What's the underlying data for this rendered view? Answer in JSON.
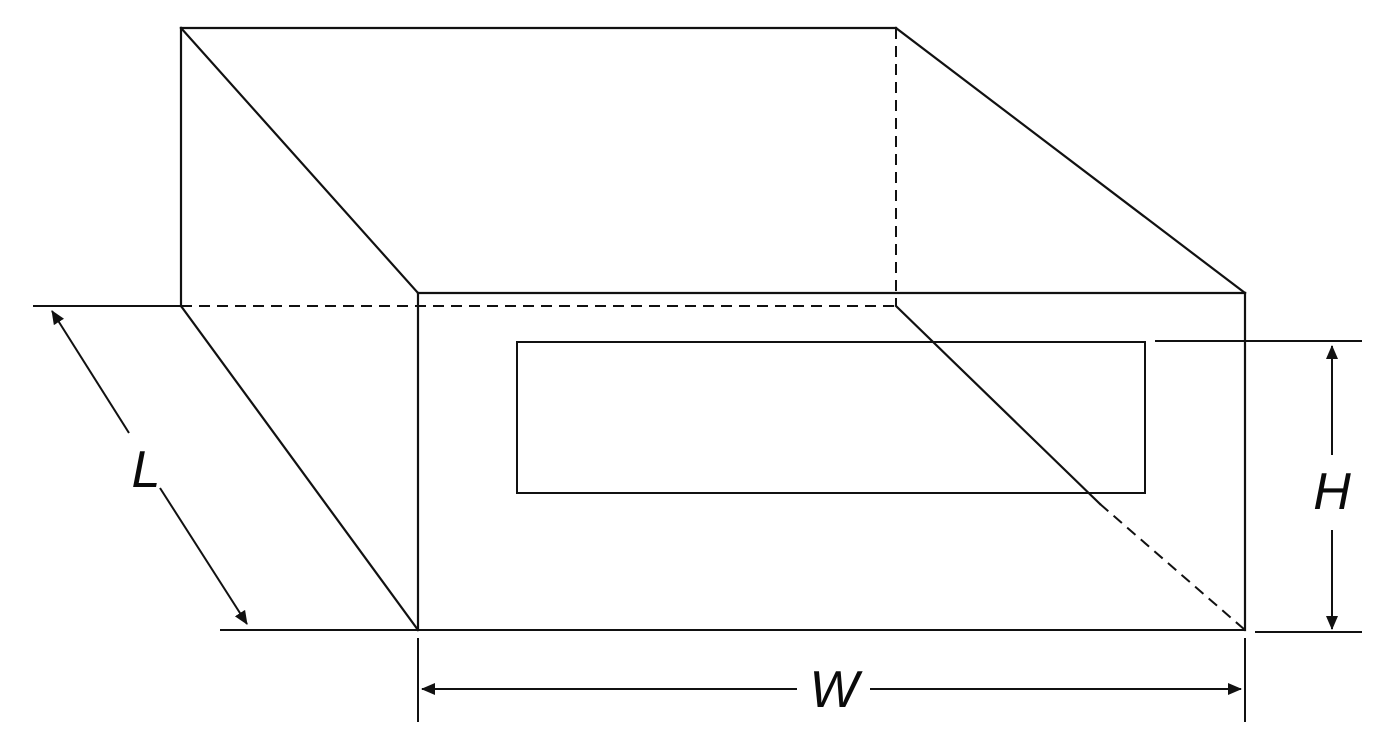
{
  "labels": {
    "length": "L",
    "height": "H",
    "width": "W"
  },
  "colors": {
    "line": "#111111",
    "background": "#ffffff"
  }
}
